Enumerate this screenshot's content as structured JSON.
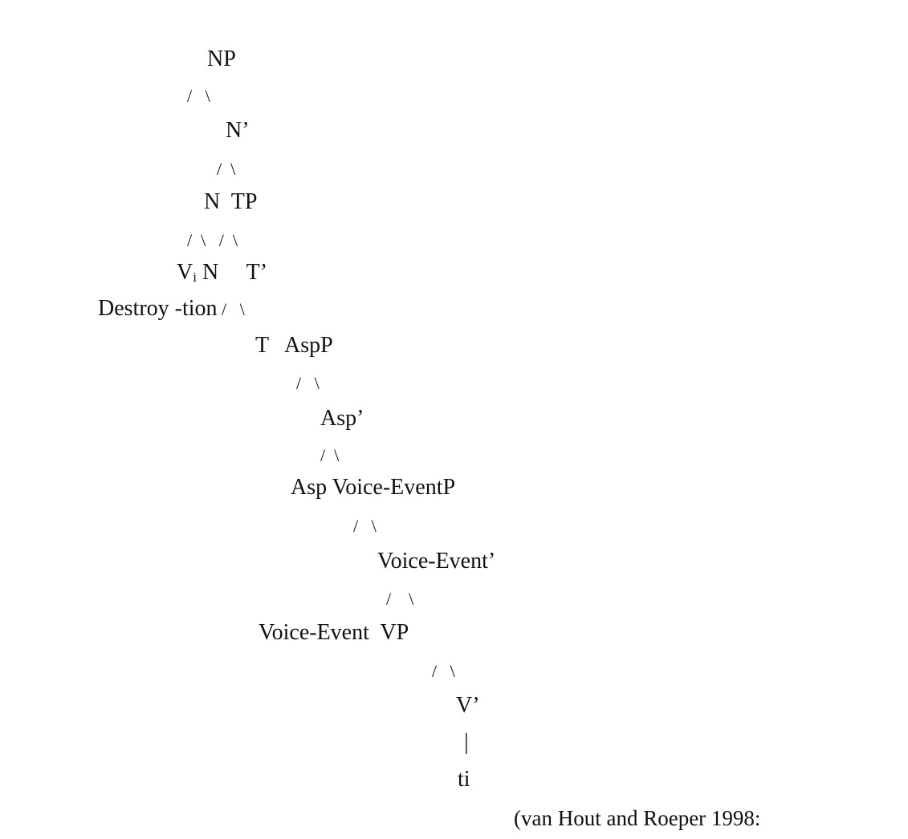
{
  "tree_text": {
    "np": "NP",
    "np_branches": "/   \\",
    "nbar": "N’",
    "nbar_branches": "/  \\",
    "n_tp": "N  TP",
    "n_tp_branches": "/  \\   /  \\",
    "v_n_tbar": {
      "v": "V",
      "v_subscript": "i",
      "rest": " N     T’"
    },
    "destroy_row": {
      "words": "Destroy -tion",
      "branches": " /   \\"
    },
    "t_aspp": "T   AspP",
    "aspp_branches": "/   \\",
    "aspbar": "Asp’",
    "aspbar_branches": "/  \\",
    "asp_voiceeventp": "Asp Voice-EventP",
    "voiceeventp_branches": "/   \\",
    "voiceeventbar": "Voice-Event’",
    "voiceeventbar_branches": "/    \\",
    "voiceevent_vp": "Voice-Event  VP",
    "vp_branches": "/   \\",
    "vbar": "V’",
    "vbar_branch": "|",
    "trace": {
      "t": "t",
      "subscript": "i"
    }
  },
  "citation": "(van Hout and Roeper 1998: "
}
